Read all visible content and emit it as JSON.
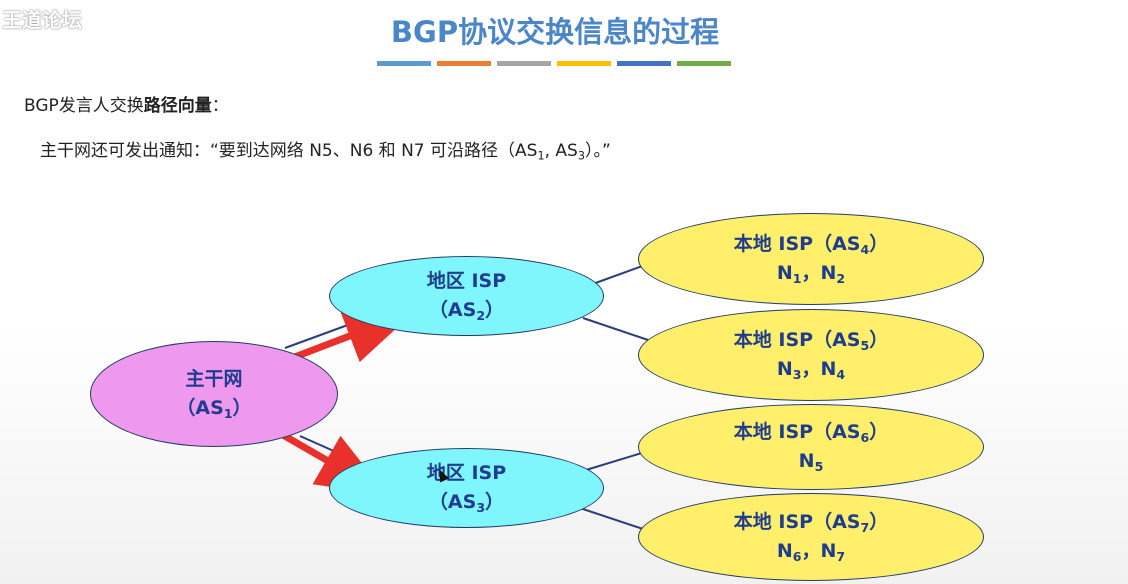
{
  "watermark": "王道论坛",
  "title": "BGP协议交换信息的过程",
  "title_bar_colors": [
    "#5b9bd5",
    "#ed7d31",
    "#a5a5a5",
    "#ffc000",
    "#4472c4",
    "#70ad47"
  ],
  "intro": {
    "prefix": "BGP发言人交换",
    "bold": "路径向量",
    "suffix": "："
  },
  "notice": {
    "text_before": "主干网还可发出通知：“要到达网络 N5、N6 和 N7 可沿路径（AS",
    "sub1": "1",
    "middle": ", AS",
    "sub2": "3",
    "text_after": "）。”"
  },
  "nodes": {
    "backbone": {
      "line1": "主干网",
      "paren_open": "（AS",
      "sub": "1",
      "paren_close": "）"
    },
    "region2": {
      "line1": "地区 ISP",
      "paren_open": "（AS",
      "sub": "2",
      "paren_close": "）"
    },
    "region3": {
      "line1": "地区 ISP",
      "paren_open": "（AS",
      "sub": "3",
      "paren_close": "）"
    },
    "local4": {
      "label": "本地 ISP（AS",
      "sub": "4",
      "close": "）",
      "n_a": "N",
      "n_a_sub": "1",
      "sep": "，",
      "n_b": "N",
      "n_b_sub": "2"
    },
    "local5": {
      "label": "本地 ISP（AS",
      "sub": "5",
      "close": "）",
      "n_a": "N",
      "n_a_sub": "3",
      "sep": "，",
      "n_b": "N",
      "n_b_sub": "4"
    },
    "local6": {
      "label": "本地 ISP（AS",
      "sub": "6",
      "close": "）",
      "n_a": "N",
      "n_a_sub": "5"
    },
    "local7": {
      "label": "本地 ISP（AS",
      "sub": "7",
      "close": "）",
      "n_a": "N",
      "n_a_sub": "6",
      "sep": "，",
      "n_b": "N",
      "n_b_sub": "7"
    }
  },
  "colors": {
    "title": "#4a86c8",
    "node_text": "#1f3c8f",
    "backbone_fill": "#ee99ee",
    "region_fill": "#7ff6fb",
    "local_fill": "#ffef6a",
    "arrow": "#e8312a",
    "link": "#2a3f7a"
  }
}
